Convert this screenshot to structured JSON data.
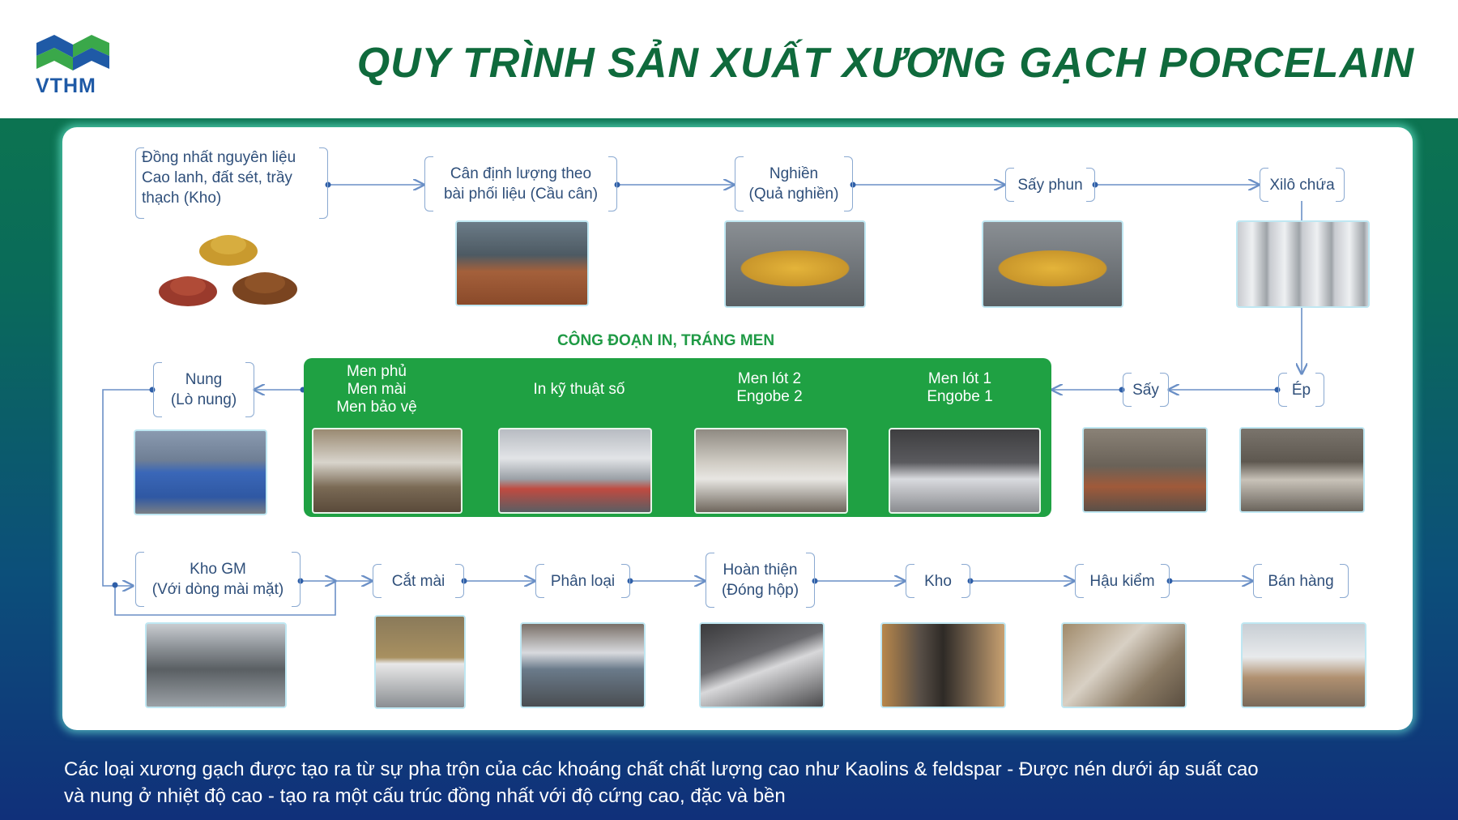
{
  "brand": {
    "name": "VTHM",
    "colors": {
      "blue": "#1f5aa6",
      "green": "#3aa84a"
    }
  },
  "title": "QUY TRÌNH SẢN XUẤT XƯƠNG GẠCH PORCELAIN",
  "row1": {
    "s1": [
      "Đồng nhất nguyên liệu",
      "Cao lanh, đất sét, trầy",
      "thạch (Kho)"
    ],
    "s2": [
      "Cân  định  lượng  theo",
      "bài phối liệu (Cầu cân)"
    ],
    "s3": [
      "Nghiền",
      "(Quả nghiền)"
    ],
    "s4": "Sấy phun",
    "s5": "Xilô chứa"
  },
  "section_label": "CÔNG ĐOẠN IN, TRÁNG MEN",
  "row2": {
    "nung": [
      "Nung",
      "(Lò nung)"
    ],
    "glaze3": [
      "Men phủ",
      "Men mài",
      "Men bảo vệ"
    ],
    "print": "In kỹ thuật số",
    "glaze2": [
      "Men lót 2",
      "Engobe 2"
    ],
    "glaze1": [
      "Men lót 1",
      "Engobe 1"
    ],
    "say": "Sấy",
    "ep": "Ép"
  },
  "row3": {
    "kho_gm": [
      "Kho GM",
      "(Với dòng mài mặt)"
    ],
    "cat_mai": "Cắt mài",
    "phan_loai": "Phân loại",
    "hoan_thien": [
      "Hoàn thiện",
      "(Đóng hộp)"
    ],
    "kho": "Kho",
    "hau_kiem": "Hậu kiểm",
    "ban_hang": "Bán hàng"
  },
  "caption": [
    "Các loại xương gạch được tạo ra từ sự pha trộn của các khoáng chất chất lượng cao như Kaolins & feldspar - Được nén dưới áp suất cao",
    "và nung ở nhiệt độ cao - tạo ra một cấu trúc đồng nhất với độ cứng cao, đặc và bền"
  ]
}
